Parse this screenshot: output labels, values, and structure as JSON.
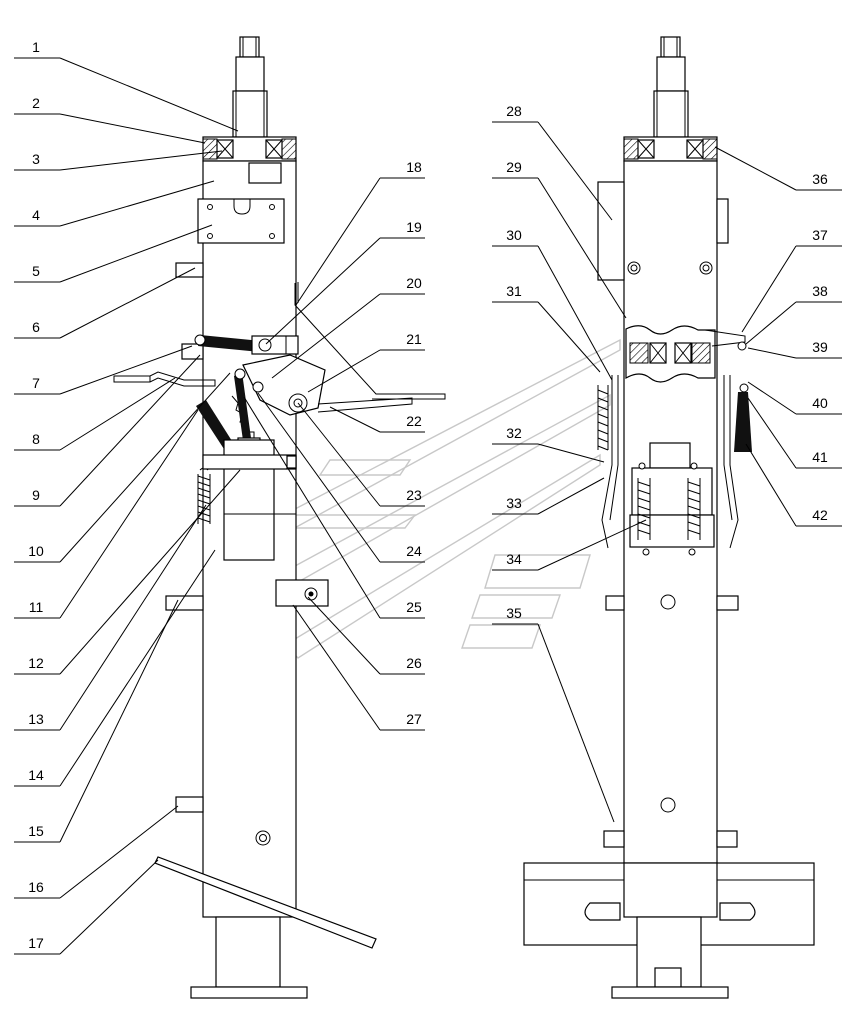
{
  "diagram": {
    "left_labels": [
      "1",
      "2",
      "3",
      "4",
      "5",
      "6",
      "7",
      "8",
      "9",
      "10",
      "11",
      "12",
      "13",
      "14",
      "15",
      "16",
      "17"
    ],
    "center_labels": [
      "18",
      "19",
      "20",
      "21",
      "22",
      "23",
      "24",
      "25",
      "26",
      "27"
    ],
    "right_upper_labels": [
      "28",
      "29",
      "30",
      "31",
      "32",
      "33",
      "34",
      "35"
    ],
    "right_side_labels": [
      "36",
      "37",
      "38",
      "39",
      "40",
      "41",
      "42"
    ]
  }
}
